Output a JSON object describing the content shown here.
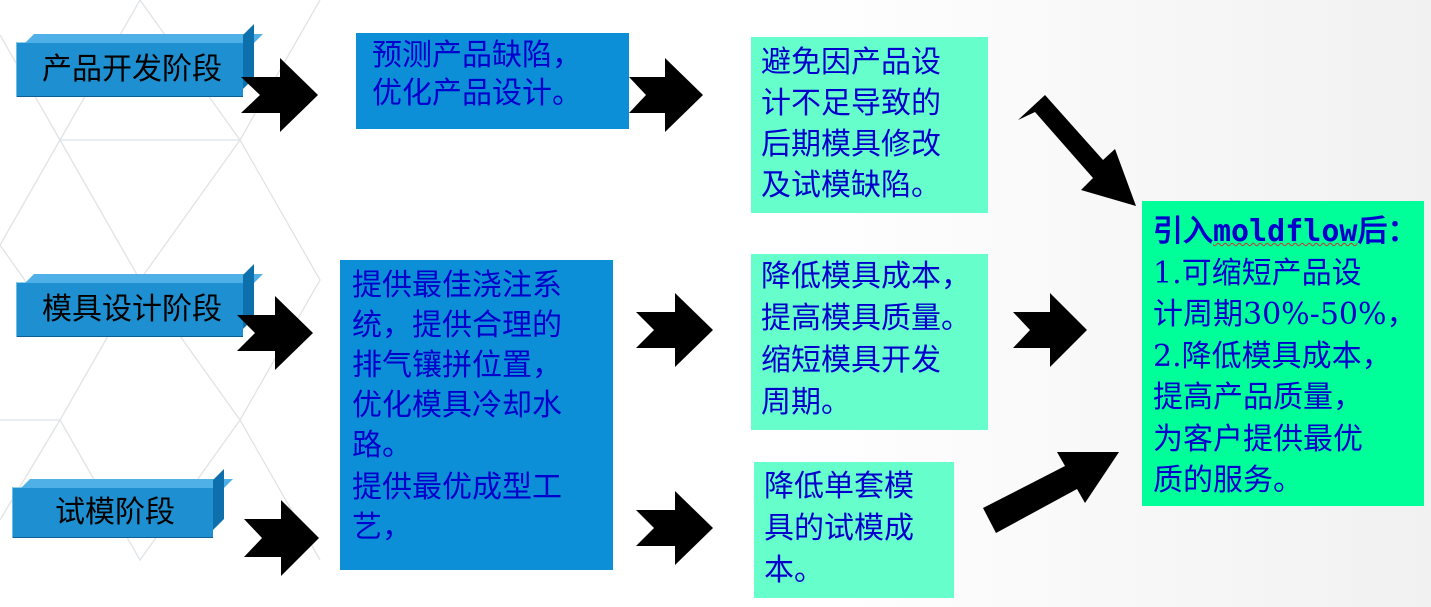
{
  "stages": [
    {
      "id": "product",
      "label": "产品开发阶段"
    },
    {
      "id": "mold",
      "label": "模具设计阶段"
    },
    {
      "id": "trial",
      "label": "试模阶段"
    }
  ],
  "actions": {
    "product": [
      "预测产品缺陷，",
      "优化产品设计。"
    ],
    "mold_trial": [
      "提供最佳浇注系",
      "统，提供合理的",
      "排气镶拼位置，",
      "优化模具冷却水",
      "路。",
      "提供最优成型工",
      "艺，"
    ]
  },
  "benefits": {
    "product": [
      "避免因产品设",
      "计不足导致的",
      "后期模具修改",
      "及试模缺陷。"
    ],
    "mold": [
      "降低模具成本，",
      "提高模具质量。",
      "缩短模具开发",
      "周期。"
    ],
    "trial": [
      "降低单套模",
      "具的试模成",
      "本。"
    ]
  },
  "summary": {
    "title_prefix": "引入",
    "title_keyword": "moldflow",
    "title_suffix": "后：",
    "lines": [
      "1.可缩短产品设",
      "计周期30%-50%，",
      "2.降低模具成本，",
      "提高产品质量，",
      "为客户提供最优",
      "质的服务。"
    ]
  },
  "colors": {
    "stage_fill": "#1e8fd0",
    "action_fill": "#0c8fd6",
    "benefit_fill": "#66ffcc",
    "summary_fill": "#00ff99",
    "text": "#0000cc",
    "arrow": "#000000"
  }
}
